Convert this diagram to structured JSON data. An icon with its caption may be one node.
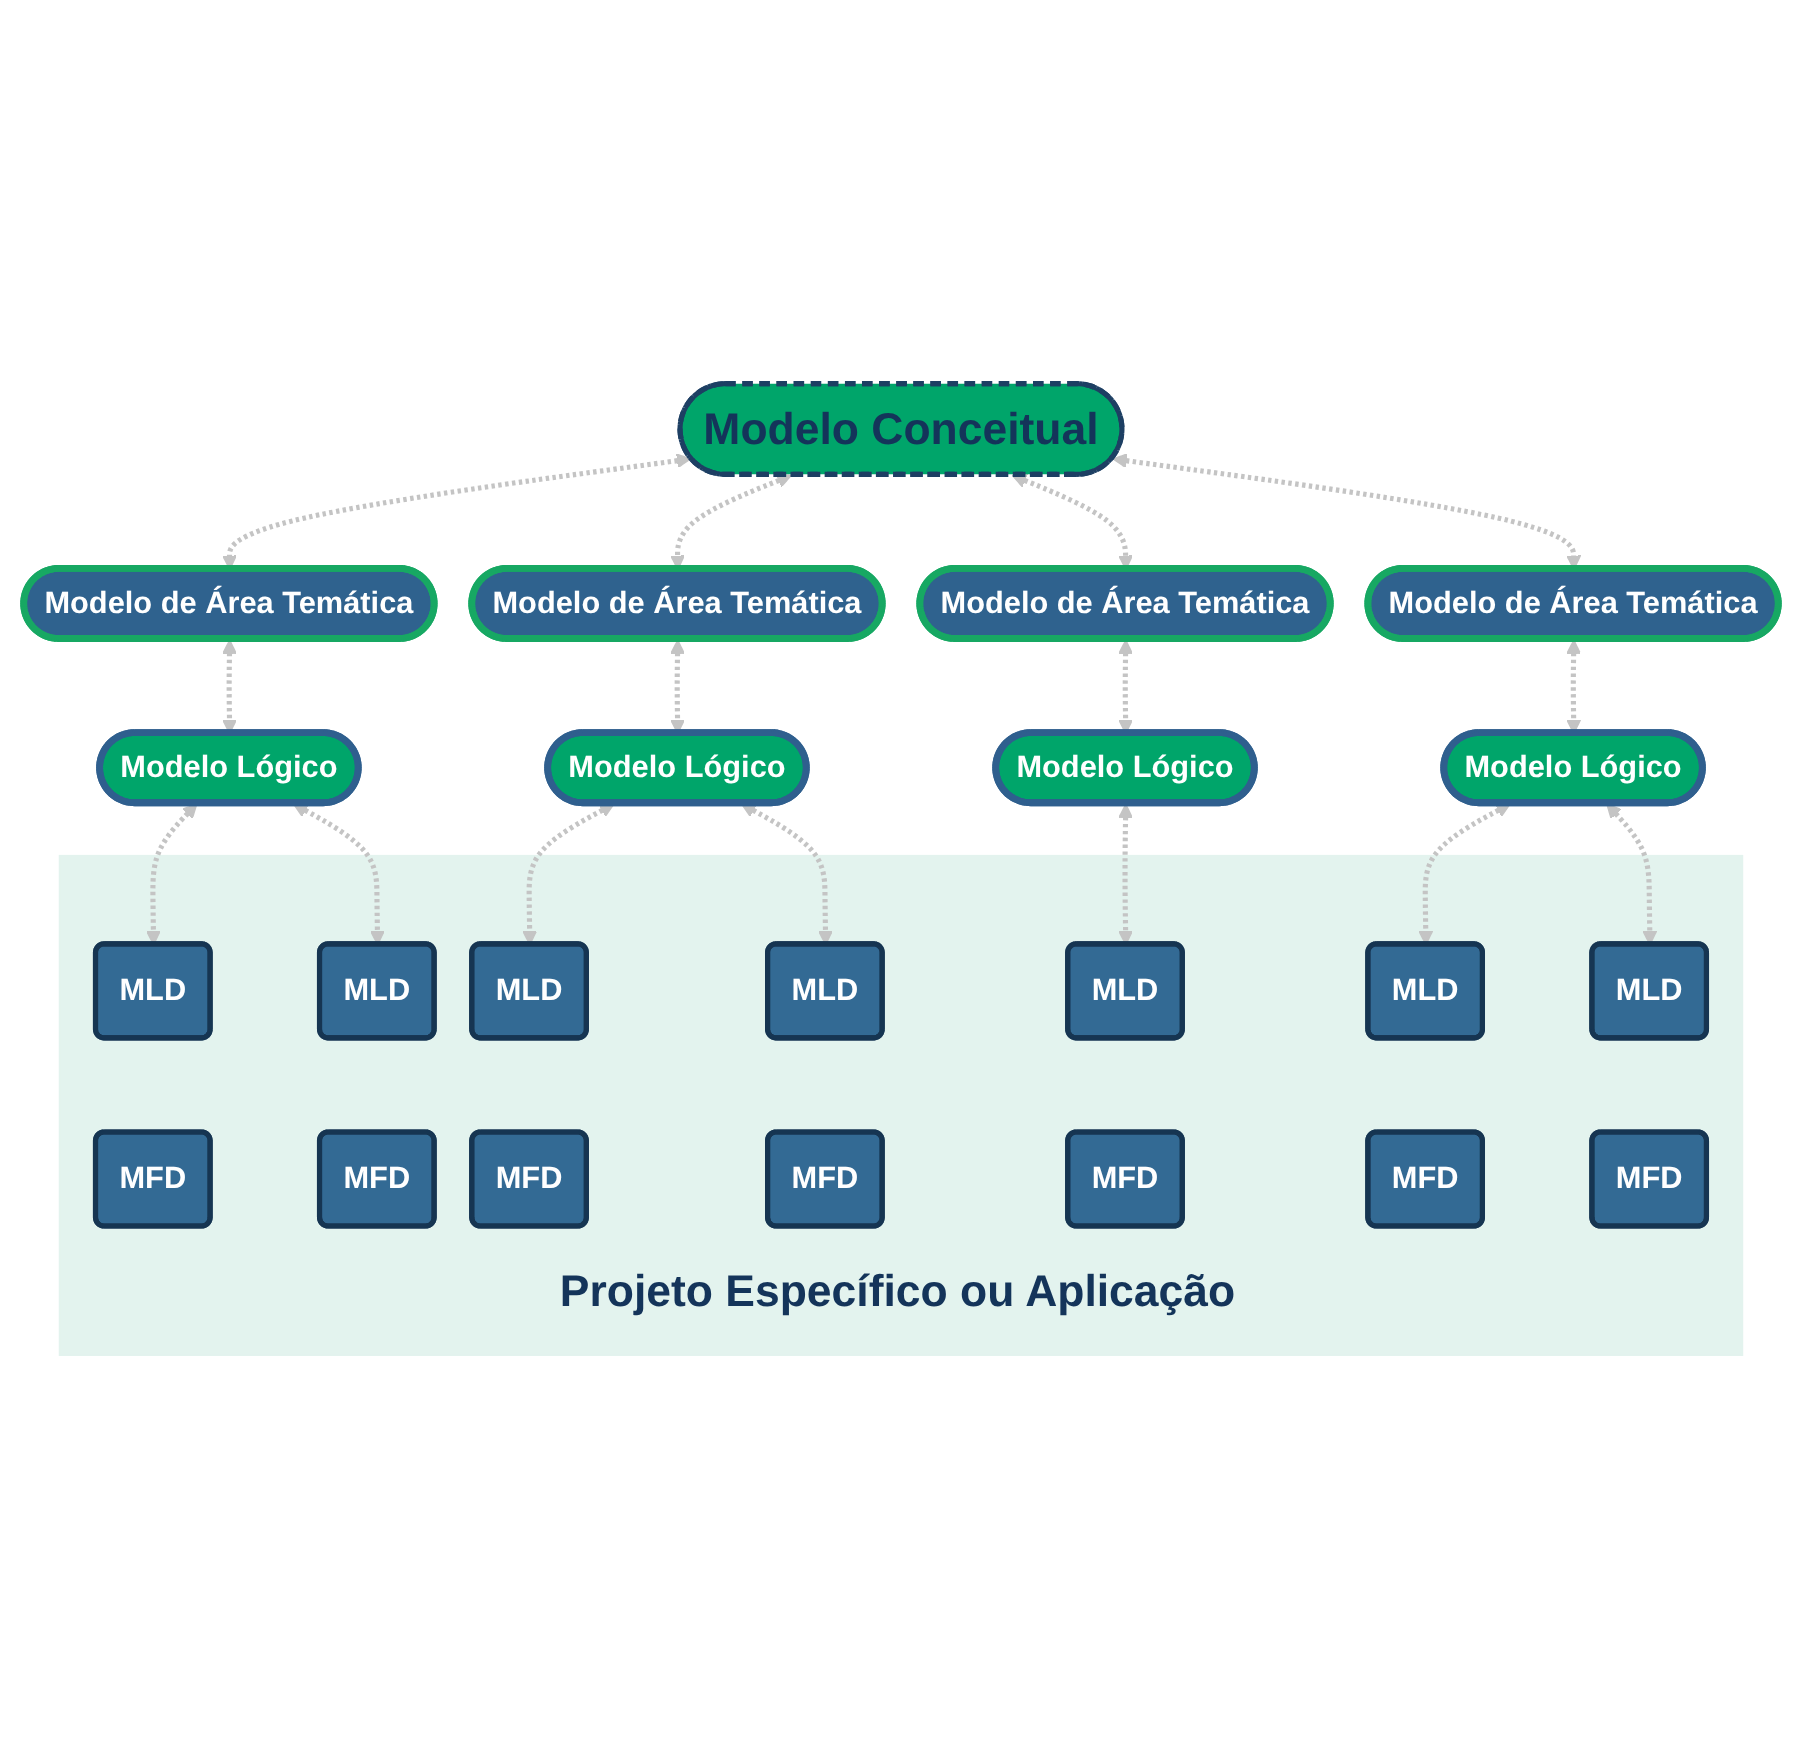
{
  "diagram": {
    "nodes": [
      {
        "text": [
          "Modelo Conceitual"
        ]
      },
      {
        "text": [
          "Modelo de Área Temática"
        ]
      },
      {
        "text": [
          "Modelo de Área Temática"
        ]
      },
      {
        "text": [
          "Modelo de Área Temática"
        ]
      },
      {
        "text": [
          "Modelo de Área Temática"
        ]
      },
      {
        "text": [
          "Modelo Lógico"
        ]
      },
      {
        "text": [
          "Modelo Lógico"
        ]
      },
      {
        "text": [
          "Modelo Lógico"
        ]
      },
      {
        "text": [
          "Modelo Lógico"
        ]
      },
      {
        "text": [
          "Projeto Específico ou Aplicação"
        ]
      },
      {
        "text": [
          "MLD"
        ],
        "in": 9
      },
      {
        "text": [
          "MLD"
        ],
        "in": 9
      },
      {
        "text": [
          "MLD"
        ],
        "in": 9
      },
      {
        "text": [
          "MLD"
        ],
        "in": 9
      },
      {
        "text": [
          "MLD"
        ],
        "in": 9
      },
      {
        "text": [
          "MLD"
        ],
        "in": 9
      },
      {
        "text": [
          "MLD"
        ],
        "in": 9
      },
      {
        "text": [
          "MFD"
        ],
        "in": 9
      },
      {
        "text": [
          "MFD"
        ],
        "in": 9
      },
      {
        "text": [
          "MFD"
        ],
        "in": 9
      },
      {
        "text": [
          "MFD"
        ],
        "in": 9
      },
      {
        "text": [
          "MFD"
        ],
        "in": 9
      },
      {
        "text": [
          "MFD"
        ],
        "in": 9
      },
      {
        "text": [
          "MFD"
        ],
        "in": 9
      }
    ],
    "edges": [
      {
        "from": 0,
        "to": 1,
        "arrow": "both",
        "style": "dashed"
      },
      {
        "from": 0,
        "to": 2,
        "arrow": "both",
        "style": "dashed"
      },
      {
        "from": 0,
        "to": 3,
        "arrow": "both",
        "style": "dashed"
      },
      {
        "from": 0,
        "to": 4,
        "arrow": "both",
        "style": "dashed"
      },
      {
        "from": 1,
        "to": 5,
        "arrow": "both",
        "style": "dashed"
      },
      {
        "from": 2,
        "to": 6,
        "arrow": "both",
        "style": "dashed"
      },
      {
        "from": 3,
        "to": 7,
        "arrow": "both",
        "style": "dashed"
      },
      {
        "from": 4,
        "to": 8,
        "arrow": "both",
        "style": "dashed"
      },
      {
        "from": 5,
        "to": 10,
        "arrow": "both",
        "style": "dashed"
      },
      {
        "from": 5,
        "to": 11,
        "arrow": "both",
        "style": "dashed"
      },
      {
        "from": 6,
        "to": 12,
        "arrow": "both",
        "style": "dashed"
      },
      {
        "from": 6,
        "to": 13,
        "arrow": "both",
        "style": "dashed"
      },
      {
        "from": 7,
        "to": 14,
        "arrow": "both",
        "style": "dashed"
      },
      {
        "from": 8,
        "to": 15,
        "arrow": "both",
        "style": "dashed"
      },
      {
        "from": 8,
        "to": 16,
        "arrow": "both",
        "style": "dashed"
      }
    ]
  }
}
